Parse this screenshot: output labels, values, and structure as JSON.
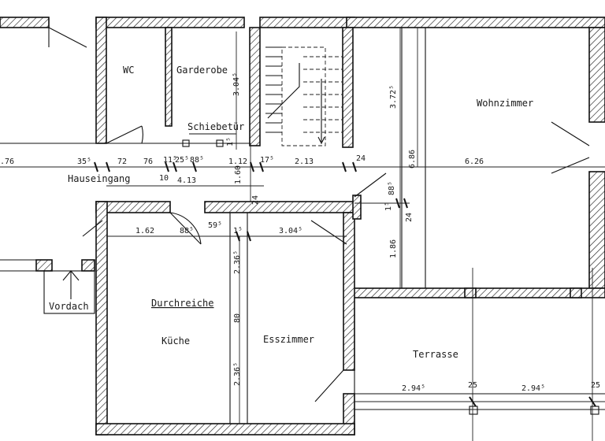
{
  "rooms": {
    "wc": "WC",
    "garderobe": "Garderobe",
    "wohnzimmer": "Wohnzimmer",
    "hauseingang": "Hauseingang",
    "vordach": "Vordach",
    "durchreiche": "Durchreiche",
    "kueche": "Küche",
    "esszimmer": "Esszimmer",
    "terrasse": "Terrasse"
  },
  "labels": {
    "schiebetuer": "Schiebetür"
  },
  "dimensions": {
    "h1": ".76",
    "h2": "35⁵",
    "h3": "72",
    "h4": "76",
    "h5": "11⁵",
    "h6": "25⁵",
    "h7": "88⁵",
    "h8": "1.12",
    "h9": "17⁵",
    "h10": "2.13",
    "h11": "24",
    "h12": "6.26",
    "h13": "10",
    "h14": "4.13",
    "h15": "1.62",
    "h16": "88⁵",
    "h17": "59⁵",
    "h18": "1⁵",
    "h19": "3.04⁵",
    "h20": "2.94⁵",
    "h21": "25",
    "h22": "2.94⁵",
    "h23": "25",
    "v1": "3.04⁵",
    "v2": "1⁵",
    "v3": "3.72⁵",
    "v4": "6.86",
    "v5": "1.60",
    "v6": "24",
    "v7": "88⁵",
    "v8": "1⁵",
    "v9": "24",
    "v10": "1.86",
    "v11": "2.36⁵",
    "v12": "80",
    "v13": "2.36⁵"
  }
}
